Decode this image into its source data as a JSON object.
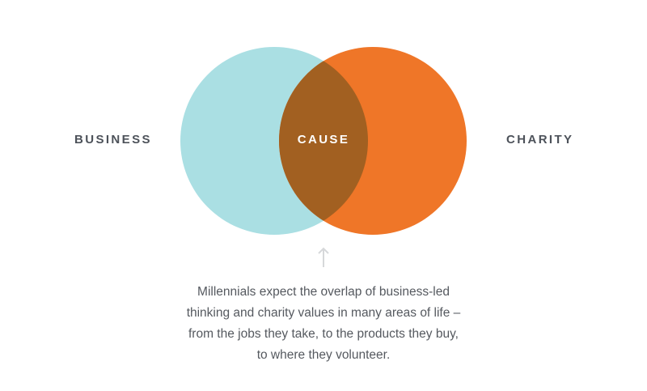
{
  "diagram": {
    "labels": {
      "left": "BUSINESS",
      "center": "CAUSE",
      "right": "CHARITY"
    },
    "colors": {
      "left_circle": "#aadfe3",
      "right_circle": "#ef7628",
      "overlap": "#a26021",
      "label_text": "#4d525a",
      "center_text": "#ffffff",
      "arrow": "#d6d8da"
    },
    "caption_lines": [
      "Millennials expect the overlap of business-led",
      "thinking and charity values in many areas of life –",
      "from the jobs they take, to the products they buy,",
      "to where they volunteer."
    ]
  }
}
